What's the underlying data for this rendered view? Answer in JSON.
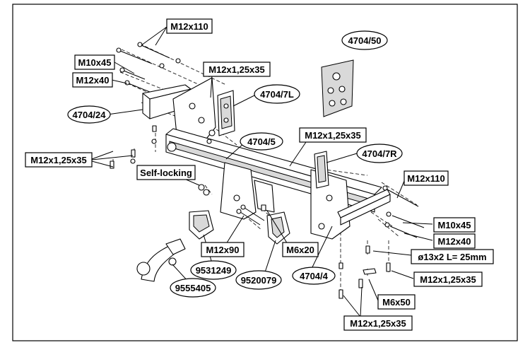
{
  "labels": {
    "m12x110_top": "M12x110",
    "m10x45_left": "M10x45",
    "m12x40_left": "M12x40",
    "p4704_24": "4704/24",
    "m12x125x35_a": "M12x1,25x35",
    "p4704_7l": "4704/7L",
    "p4704_50": "4704/50",
    "m12x125x35_left": "M12x1,25x35",
    "p4704_5": "4704/5",
    "m12x125x35_mid": "M12x1,25x35",
    "p4704_7r": "4704/7R",
    "self_locking": "Self-locking",
    "m12x110_right": "M12x110",
    "m10x45_right": "M10x45",
    "m12x40_right": "M12x40",
    "m12x90": "M12x90",
    "m6x20": "M6x20",
    "d13x2": "ø13x2 L= 25mm",
    "p9531249": "9531249",
    "p4704_4": "4704/4",
    "m12x125x35_right": "M12x1,25x35",
    "p9520079": "9520079",
    "p9555405": "9555405",
    "m6x50": "M6x50",
    "m12x125x35_bottom": "M12x1,25x35"
  }
}
